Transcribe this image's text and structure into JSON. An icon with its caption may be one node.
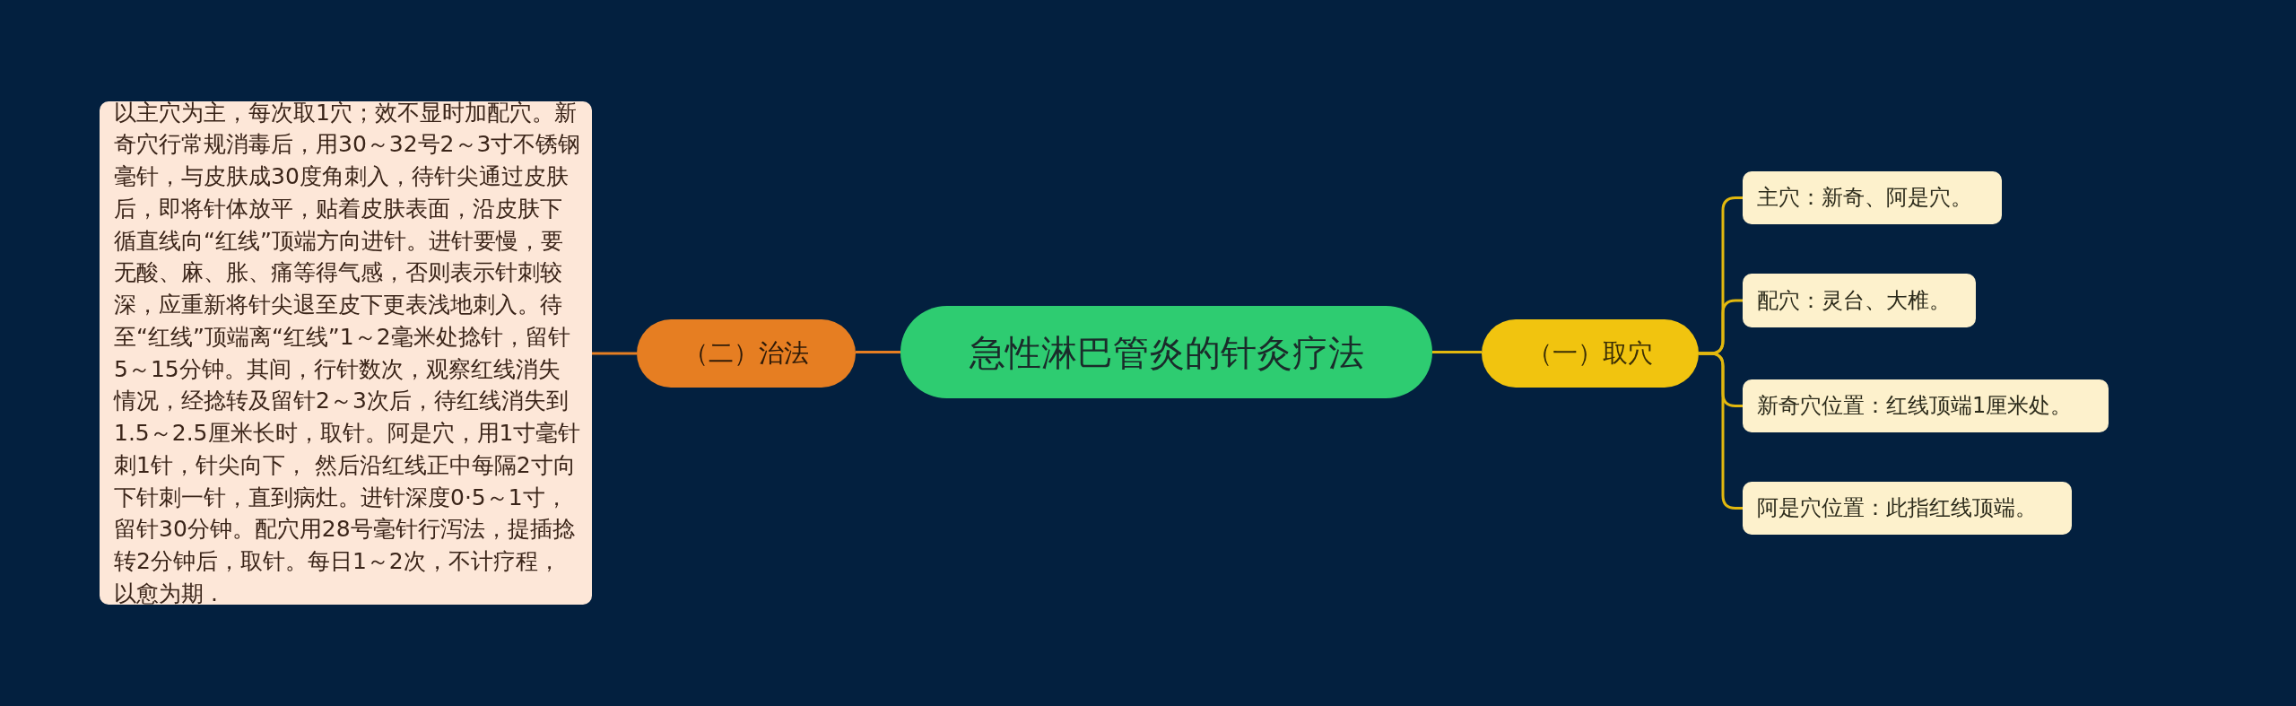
{
  "diagram": {
    "nodes": [
      {
        "text": [
          "急性淋巴管炎的针灸疗法"
        ]
      },
      {
        "text": [
          "（一）取穴"
        ]
      },
      {
        "text": [
          "主穴：新奇、阿是穴。"
        ]
      },
      {
        "text": [
          "配穴：灵台、大椎。"
        ]
      },
      {
        "text": [
          "新奇穴位置：红线顶端1厘米处。"
        ]
      },
      {
        "text": [
          "阿是穴位置：此指红线顶端。"
        ]
      },
      {
        "text": [
          "（二）治法"
        ]
      },
      {
        "text": [
          "以主穴为主，每次取1穴；效不显时加配穴。新奇穴行常规消毒后，用30～32号2～3寸不锈钢毫针，与皮肤成30度角刺入，待针尖通过皮肤后，即将针体放平，贴着皮肤表面，沿皮肤下循直线向“红线”顶端方向进针。进针要慢，要无酸、麻、胀、痛等得气感，否则表示针刺较深，应重新将针尖退至皮下更表浅地刺入。待至“红线”顶端离“红线”1～2毫米处捻针，留针5～15分钟。其间，行针数次，观察红线消失情况，经捻转及留针2～3次后，待红线消失到1.5～2.5厘米长时，取针。阿是穴，用1寸毫针刺1针，针尖向下， 然后沿红线正中每隔2寸向下针刺一针，直到病灶。进针深度0·5～1寸，留针30分钟。配穴用28号毫针行泻法，提插捻转2分钟后，取针。每日1～2次，不计疗程，以愈为期 ."
        ]
      }
    ],
    "edges": [
      {
        "from": 0,
        "to": 1,
        "arrow": "none"
      },
      {
        "from": 1,
        "to": 2,
        "arrow": "none"
      },
      {
        "from": 1,
        "to": 3,
        "arrow": "none"
      },
      {
        "from": 1,
        "to": 4,
        "arrow": "none"
      },
      {
        "from": 1,
        "to": 5,
        "arrow": "none"
      },
      {
        "from": 0,
        "to": 6,
        "arrow": "none",
        "color": "#e67e22"
      },
      {
        "from": 6,
        "to": 7,
        "arrow": "none",
        "color": "#e67e22"
      }
    ]
  }
}
